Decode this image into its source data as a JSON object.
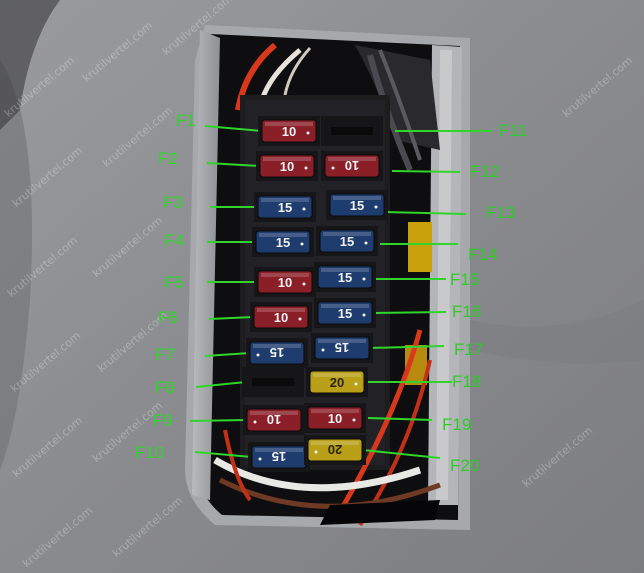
{
  "watermark": "krutilvertel.com",
  "left_labels": [
    "F1",
    "F2",
    "F3",
    "F4",
    "F5",
    "F6",
    "F7",
    "F8",
    "F9",
    "F10"
  ],
  "right_labels": [
    "F11",
    "F12",
    "F13",
    "F14",
    "F15",
    "F16",
    "F17",
    "F18",
    "F19",
    "F20"
  ],
  "left_column_fuses": [
    {
      "rating": "10",
      "color": "#8a1f28"
    },
    {
      "rating": "10",
      "color": "#8a1f28"
    },
    {
      "rating": "15",
      "color": "#1f3c6e"
    },
    {
      "rating": "15",
      "color": "#1f3c6e"
    },
    {
      "rating": "10",
      "color": "#8a1f28"
    },
    {
      "rating": "10",
      "color": "#8a1f28"
    },
    {
      "rating": "15",
      "color": "#1f3c6e"
    },
    {
      "rating": "",
      "color": "empty"
    },
    {
      "rating": "10",
      "color": "#8a1f28"
    },
    {
      "rating": "15",
      "color": "#1f3c6e"
    }
  ],
  "right_column_fuses": [
    {
      "rating": "",
      "color": "empty"
    },
    {
      "rating": "10",
      "color": "#8a1f28"
    },
    {
      "rating": "15",
      "color": "#1f3c6e"
    },
    {
      "rating": "15",
      "color": "#1f3c6e"
    },
    {
      "rating": "15",
      "color": "#1f3c6e"
    },
    {
      "rating": "15",
      "color": "#1f3c6e"
    },
    {
      "rating": "15",
      "color": "#1f3c6e"
    },
    {
      "rating": "20",
      "color": "#b9a018"
    },
    {
      "rating": "10",
      "color": "#8a1f28"
    },
    {
      "rating": "20",
      "color": "#b9a018"
    }
  ],
  "colors": {
    "panel": "#8d8e92",
    "fuse_block": "#1d1d1f",
    "label_green": "#2fd52a",
    "wire_red": "#d8381c"
  }
}
